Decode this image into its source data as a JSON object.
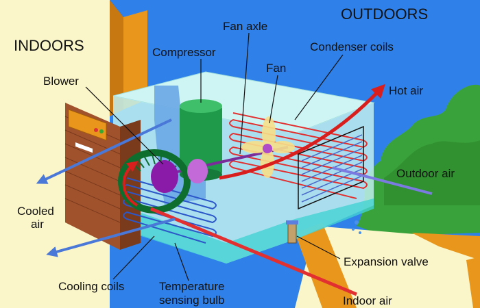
{
  "regions": {
    "indoors": "INDOORS",
    "outdoors": "OUTDOORS"
  },
  "labels": {
    "fan_axle": "Fan axle",
    "compressor": "Compressor",
    "condenser_coils": "Condenser coils",
    "fan": "Fan",
    "blower": "Blower",
    "hot_air": "Hot air",
    "outdoor_air": "Outdoor air",
    "cooled_air_line1": "Cooled",
    "cooled_air_line2": "air",
    "expansion_valve": "Expansion valve",
    "cooling_coils": "Cooling coils",
    "temp_bulb_line1": "Temperature",
    "temp_bulb_line2": "sensing bulb",
    "indoor_air": "Indoor air"
  },
  "colors": {
    "indoor_bg": "#fbf6c9",
    "outdoor_sky": "#2f80e8",
    "trees": "#3aa23a",
    "wall": "#e8961c",
    "unit_glass": "#bfeeee",
    "compressor": "#1f9a4a",
    "hot_coil": "#e23030",
    "cold_coil": "#2c57c8",
    "hot_air_arrow": "#d91e1e",
    "cool_air_arrow": "#4a78d8",
    "blower_ring": "#0d6e2e",
    "blower_hub": "#8a1aa8"
  }
}
